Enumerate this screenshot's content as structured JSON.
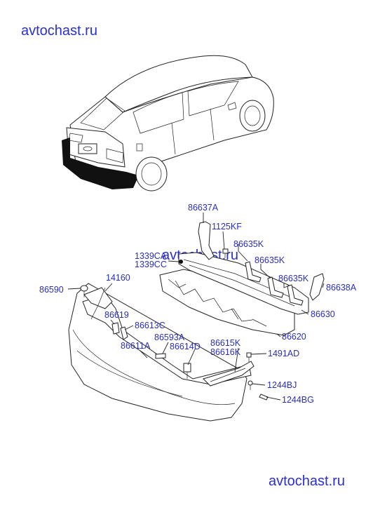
{
  "watermark": {
    "top": "avtochast.ru",
    "middle": "avtochast.ru",
    "bottom": "avtochast.ru"
  },
  "part_labels": [
    "86637A",
    "1125KF",
    "1339CA",
    "1339CC",
    "86635K",
    "86635K",
    "86635K",
    "86638A",
    "86630",
    "86620",
    "86590",
    "14160",
    "86619",
    "86613C",
    "86593A",
    "86614D",
    "86611A",
    "86615K",
    "86616K",
    "1491AD",
    "1244BJ",
    "1244BG"
  ],
  "colors": {
    "label": "#2a2fb8",
    "watermark": "#2a2fd0",
    "line": "#222222"
  }
}
